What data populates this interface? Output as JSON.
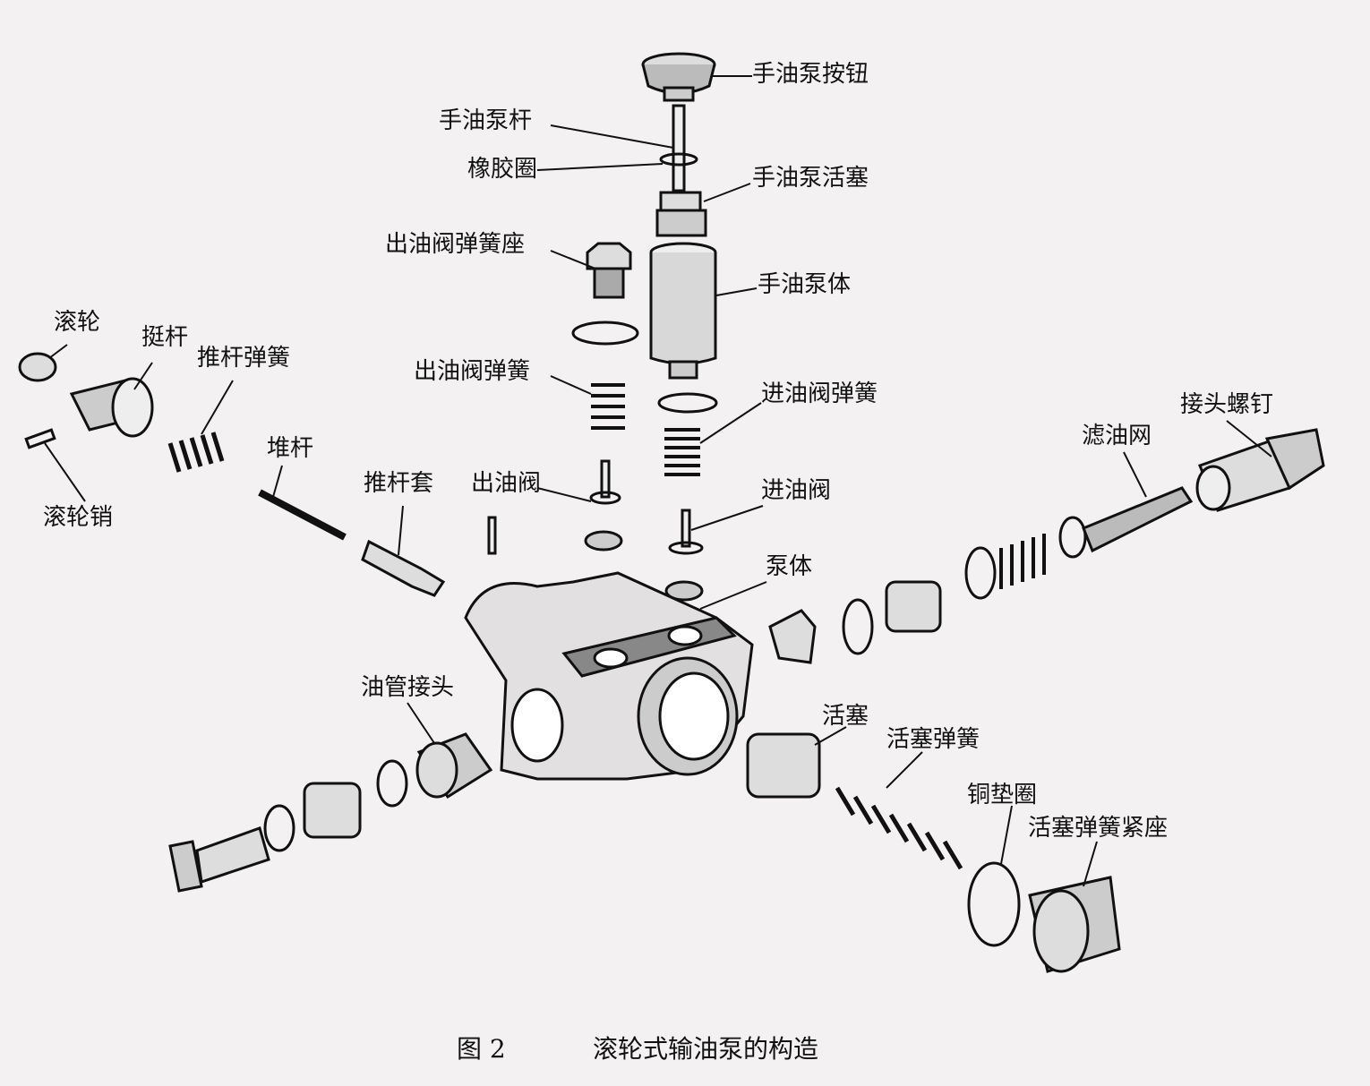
{
  "labels": {
    "hand_pump_button": "手油泵按钮",
    "hand_pump_rod": "手油泵杆",
    "rubber_ring": "橡胶圈",
    "hand_pump_piston": "手油泵活塞",
    "outlet_valve_spring_seat": "出油阀弹簧座",
    "hand_pump_body": "手油泵体",
    "roller": "滚轮",
    "tappet": "挺杆",
    "push_rod_spring": "推杆弹簧",
    "outlet_valve_spring": "出油阀弹簧",
    "inlet_valve_spring": "进油阀弹簧",
    "joint_screw": "接头螺钉",
    "oil_filter_screen": "滤油网",
    "push_rod": "堆杆",
    "push_rod_sleeve": "推杆套",
    "outlet_valve": "出油阀",
    "inlet_valve": "进油阀",
    "roller_pin": "滚轮销",
    "pump_body": "泵体",
    "oil_pipe_joint": "油管接头",
    "piston": "活塞",
    "piston_spring": "活塞弹簧",
    "copper_washer": "铜垫圈",
    "piston_spring_seat": "活塞弹簧紧座"
  },
  "caption": {
    "figure_number": "图 2",
    "title": "滚轮式输油泵的构造"
  }
}
